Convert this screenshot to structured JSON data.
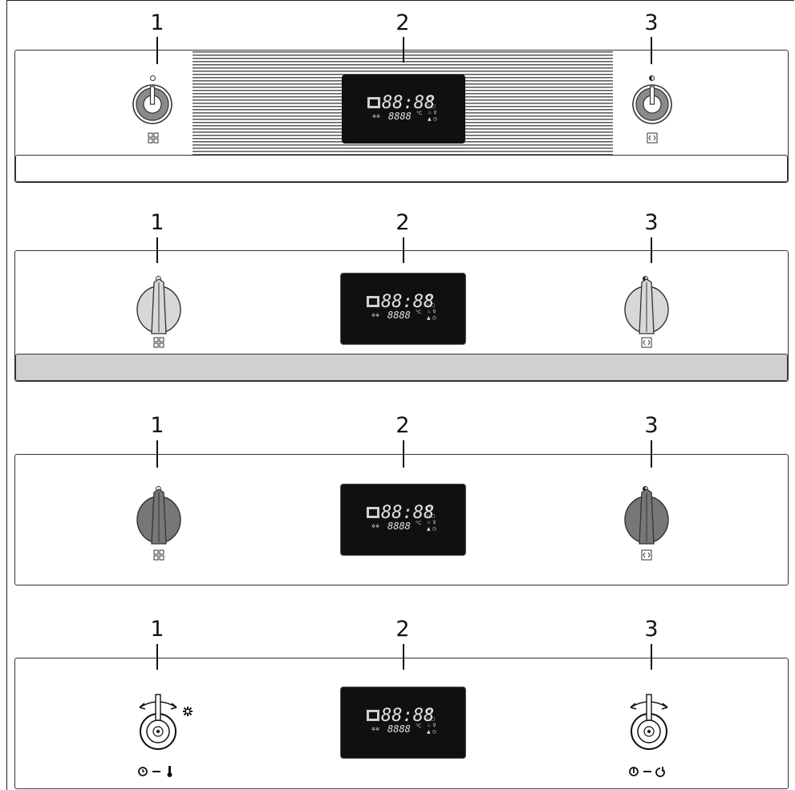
{
  "callouts": {
    "panel1": [
      "1",
      "2",
      "3"
    ],
    "panel2": [
      "1",
      "2",
      "3"
    ],
    "panel3": [
      "1",
      "2",
      "3"
    ],
    "panel4": [
      "1",
      "2",
      "3"
    ]
  },
  "display": {
    "digits_main": "88:88",
    "digits_temp": "8888",
    "unit": "°C"
  },
  "icons": {
    "left_knob_symbol": "function-grid-icon",
    "right_knob_symbol": "selector-arrows-icon",
    "left_top_marker": "off-circle-icon",
    "right_top_marker": "half-moon-icon",
    "panel4_left_top": "fan-icon",
    "panel4_left_bottom": "timer-thermometer-icon",
    "panel4_right_bottom": "on-off-icon"
  },
  "colors": {
    "line": "#222222",
    "display_bg": "#101010",
    "knob_light": "#d8d8d8",
    "knob_dark": "#777777",
    "strip_grey": "#d0d0d0",
    "grille_line": "#555555"
  }
}
